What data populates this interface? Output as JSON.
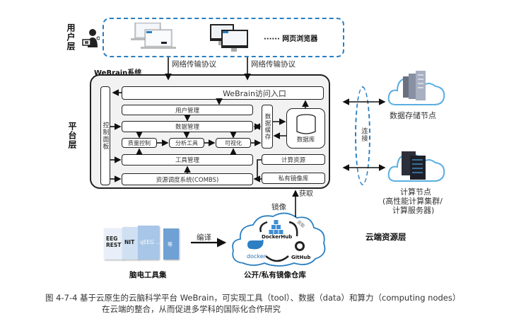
{
  "user_layer": {
    "label": "用户层",
    "browser_label": "······ 网页浏览器",
    "protocol_left": "网络传输协议",
    "protocol_right": "网络传输协议"
  },
  "platform": {
    "system_title": "WeBrain系统",
    "layer_label": "平台层",
    "control_panel": "控制面板",
    "entry": "WeBrain访问入口",
    "user_mgmt": "用户管理",
    "data_mgmt": "数据管理",
    "quality": "质量控制",
    "analysis": "分析工具",
    "visualize": "可视化",
    "tool_mgmt": "工具管理",
    "scheduler": "资源调度系统(COMBS)",
    "data_cache": "数据缓存",
    "database": "数据库",
    "compute_res": "计算资源",
    "private_registry": "私有镜像库"
  },
  "cloud": {
    "connect_label": "连接",
    "storage_node": "数据存储节点",
    "compute_node_line1": "计算节点",
    "compute_node_line2": "(高性能计算集群/",
    "compute_node_line3": "计算服务器)",
    "layer_label": "云端资源层"
  },
  "bottom": {
    "fetch_label": "获取",
    "mirror_label": "镜像",
    "compile_label": "编译",
    "toolset_label": "脑电工具集",
    "cards": [
      "EEG\nREST",
      "NIT",
      "qEEG ...",
      "等"
    ],
    "repo_label": "公开/私有镜像仓库",
    "dockerhub": "DockerHub",
    "docker": "docker",
    "github": "GitHub",
    "sync_label": "获取"
  },
  "caption": {
    "line1": "图 4-7-4   基于云原生的云脑科学平台 WeBrain，可实现工具（tool）、数据（data）和算力（computing nodes）",
    "line2": "在云端的整合，从而促进多学科的国际化合作研究"
  },
  "colors": {
    "accent_blue": "#2a7fc1",
    "cloud_blue": "#5aaee0",
    "platform_bg": "#f2f2f2"
  }
}
